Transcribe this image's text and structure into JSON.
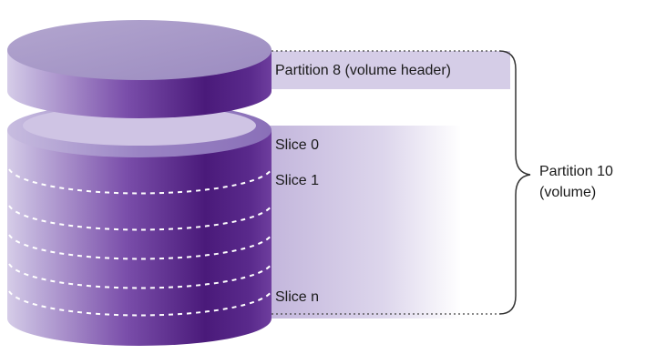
{
  "labels": {
    "partition8": "Partition 8 (volume header)",
    "slice0": "Slice 0",
    "slice1": "Slice 1",
    "slice_n": "Slice n",
    "partition10_line1": "Partition 10",
    "partition10_line2": "(volume)"
  },
  "colors": {
    "top_face": "#a99bc7",
    "body_dark": "#4a1a7a",
    "body_light": "#d9d0ea",
    "slice_line": "#ffffff",
    "leader": "#555555"
  }
}
